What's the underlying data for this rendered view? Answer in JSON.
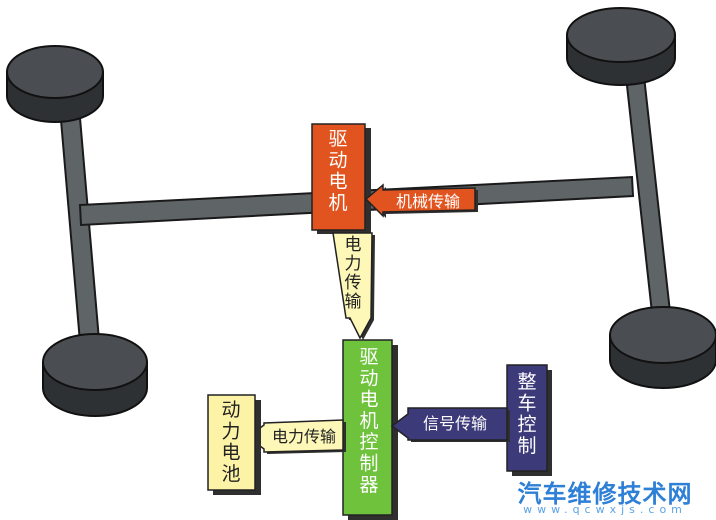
{
  "colors": {
    "axle": "#5f6467",
    "wheel": "#3a3d40",
    "drive_motor": "#e2541f",
    "motor_controller": "#6fc33c",
    "vehicle_controller": "#3d3a7a",
    "battery": "#fdf3a6",
    "power_arrow": "#fdf7b8",
    "mech_arrow": "#e2541f",
    "signal_arrow": "#3d3a7a",
    "watermark": "#2e7fd6"
  },
  "components": {
    "drive_motor": "驱动电机",
    "motor_controller": "驱动电机控制器",
    "battery": "动力电池",
    "vehicle_controller": "整车控制"
  },
  "arrows": {
    "mechanical": "机械传输",
    "power_vertical": "电力传输",
    "power_horizontal": "电力传输",
    "signal": "信号传输"
  },
  "watermark": {
    "title": "汽车维修技术网",
    "url": "www.qcwxjs.com"
  }
}
